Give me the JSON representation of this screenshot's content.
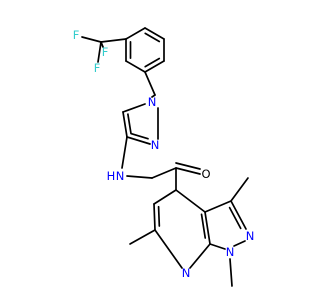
{
  "colors": {
    "bond": "#000000",
    "N": "#0000ff",
    "F": "#33cccc",
    "background": "#ffffff"
  },
  "atoms": {
    "f1": "F",
    "f2": "F",
    "f3": "F",
    "n_pz1": "N",
    "n_pz2": "N",
    "n_amide": "N",
    "h_amide": "H",
    "o_carbonyl": "O",
    "n_ring2": "N",
    "n_ring1": "N",
    "n_pyridine": "N"
  }
}
